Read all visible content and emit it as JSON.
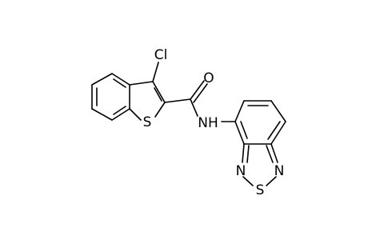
{
  "colors": {
    "bond": "#000000",
    "background": "#ffffff",
    "text": "#000000"
  },
  "atom_labels": {
    "cl": "Cl",
    "s_thiophene": "S",
    "o": "O",
    "nh": "NH",
    "n_left": "N",
    "n_right": "N",
    "s_thiadiazole": "S"
  }
}
